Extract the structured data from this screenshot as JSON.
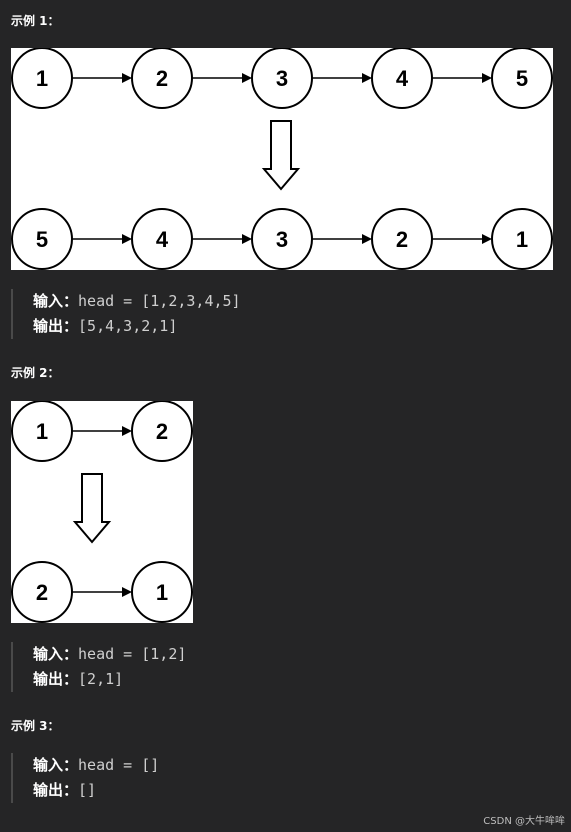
{
  "examples": [
    {
      "title": "示例 1：",
      "figure": {
        "before": [
          "1",
          "2",
          "3",
          "4",
          "5"
        ],
        "after": [
          "5",
          "4",
          "3",
          "2",
          "1"
        ]
      },
      "input_label": "输入：",
      "input_value": "head = [1,2,3,4,5]",
      "output_label": "输出：",
      "output_value": "[5,4,3,2,1]"
    },
    {
      "title": "示例 2：",
      "figure": {
        "before": [
          "1",
          "2"
        ],
        "after": [
          "2",
          "1"
        ]
      },
      "input_label": "输入：",
      "input_value": "head = [1,2]",
      "output_label": "输出：",
      "output_value": "[2,1]"
    },
    {
      "title": "示例 3：",
      "input_label": "输入：",
      "input_value": "head = []",
      "output_label": "输出：",
      "output_value": "[]"
    }
  ],
  "watermark": "CSDN @大牛哞哞"
}
